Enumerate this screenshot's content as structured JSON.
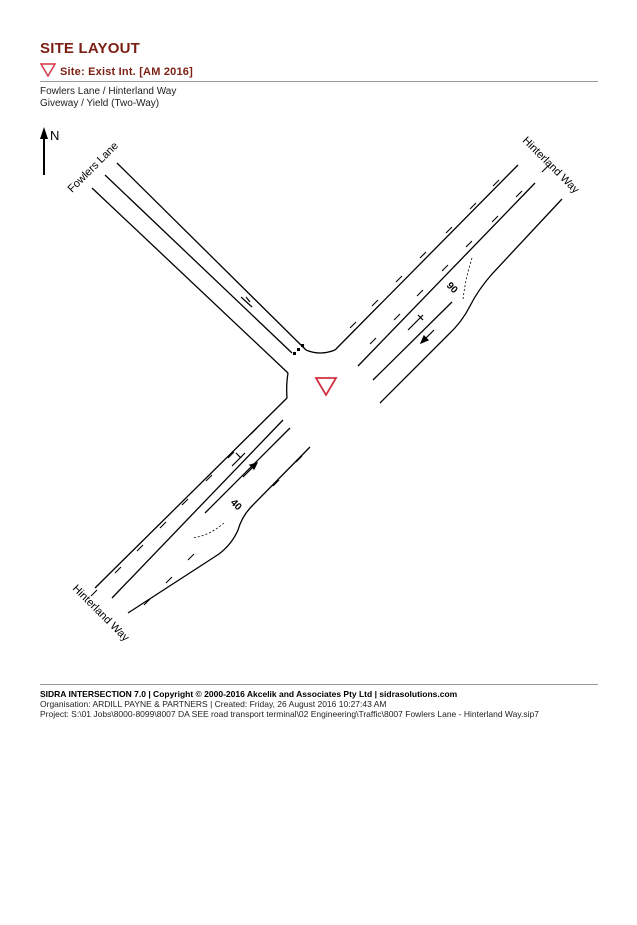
{
  "page": {
    "title": "SITE LAYOUT",
    "site_label": "Site: Exist Int.  [AM 2016]",
    "intersection_name": "Fowlers Lane / Hinterland Way",
    "control_type": "Giveway / Yield (Two-Way)"
  },
  "diagram": {
    "north_label": "N",
    "road_labels": {
      "fowlers_lane": "Fowlers Lane",
      "hinterland_way_ne": "Hinterland Way",
      "hinterland_way_sw": "Hinterland Way"
    },
    "short_lane_lengths": {
      "northeast": "90",
      "southwest": "40"
    },
    "colors": {
      "road_line": "#000000",
      "giveway_sign": "#d2303f",
      "title": "#7a1f12"
    }
  },
  "footer": {
    "line1": "SIDRA INTERSECTION 7.0  |  Copyright © 2000-2016 Akcelik and Associates Pty Ltd  |  sidrasolutions.com",
    "line2": "Organisation: ARDILL PAYNE & PARTNERS  |  Created: Friday, 26 August 2016 10:27:43 AM",
    "line3": "Project:  S:\\01 Jobs\\8000-8099\\8007 DA SEE road transport terminal\\02 Engineering\\Traffic\\8007 Fowlers Lane - Hinterland Way.sip7"
  }
}
